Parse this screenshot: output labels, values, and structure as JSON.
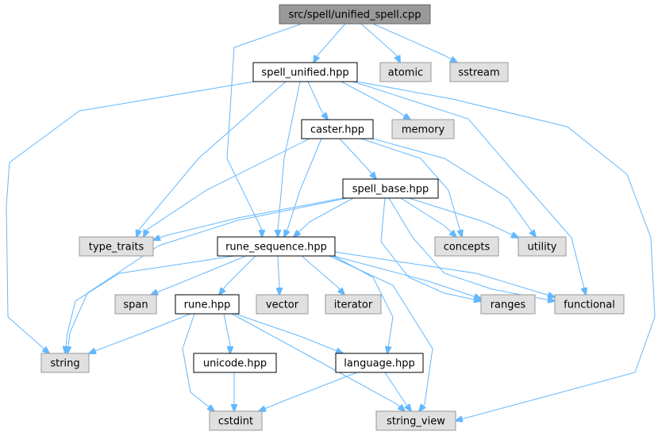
{
  "colors": {
    "edge": "#63b8ff",
    "root_fill": "#999999",
    "root_stroke": "#666666",
    "node_fill": "#ffffff",
    "node_stroke": "#000000",
    "system_fill": "#e0e0e0",
    "system_stroke": "#999999"
  },
  "nodes": [
    {
      "id": "root",
      "label": "src/spell/unified_spell.cpp",
      "kind": "root"
    },
    {
      "id": "spell_unified",
      "label": "spell_unified.hpp",
      "kind": "header"
    },
    {
      "id": "atomic",
      "label": "atomic",
      "kind": "system"
    },
    {
      "id": "sstream",
      "label": "sstream",
      "kind": "system"
    },
    {
      "id": "memory",
      "label": "memory",
      "kind": "system"
    },
    {
      "id": "caster",
      "label": "caster.hpp",
      "kind": "header"
    },
    {
      "id": "spell_base",
      "label": "spell_base.hpp",
      "kind": "header"
    },
    {
      "id": "type_traits",
      "label": "type_traits",
      "kind": "system"
    },
    {
      "id": "rune_sequence",
      "label": "rune_sequence.hpp",
      "kind": "header"
    },
    {
      "id": "concepts",
      "label": "concepts",
      "kind": "system"
    },
    {
      "id": "utility",
      "label": "utility",
      "kind": "system"
    },
    {
      "id": "span",
      "label": "span",
      "kind": "system"
    },
    {
      "id": "rune",
      "label": "rune.hpp",
      "kind": "header"
    },
    {
      "id": "vector",
      "label": "vector",
      "kind": "system"
    },
    {
      "id": "iterator",
      "label": "iterator",
      "kind": "system"
    },
    {
      "id": "ranges",
      "label": "ranges",
      "kind": "system"
    },
    {
      "id": "functional",
      "label": "functional",
      "kind": "system"
    },
    {
      "id": "string",
      "label": "string",
      "kind": "system"
    },
    {
      "id": "unicode",
      "label": "unicode.hpp",
      "kind": "header"
    },
    {
      "id": "language",
      "label": "language.hpp",
      "kind": "header"
    },
    {
      "id": "cstdint",
      "label": "cstdint",
      "kind": "system"
    },
    {
      "id": "string_view",
      "label": "string_view",
      "kind": "system"
    }
  ],
  "edges": [
    {
      "from": "root",
      "to": "spell_unified"
    },
    {
      "from": "root",
      "to": "atomic"
    },
    {
      "from": "root",
      "to": "sstream"
    },
    {
      "from": "root",
      "to": "rune_sequence"
    },
    {
      "from": "spell_unified",
      "to": "caster"
    },
    {
      "from": "spell_unified",
      "to": "memory"
    },
    {
      "from": "spell_unified",
      "to": "type_traits"
    },
    {
      "from": "spell_unified",
      "to": "rune_sequence"
    },
    {
      "from": "spell_unified",
      "to": "string"
    },
    {
      "from": "spell_unified",
      "to": "functional"
    },
    {
      "from": "spell_unified",
      "to": "string_view"
    },
    {
      "from": "caster",
      "to": "spell_base"
    },
    {
      "from": "caster",
      "to": "type_traits"
    },
    {
      "from": "caster",
      "to": "rune_sequence"
    },
    {
      "from": "caster",
      "to": "concepts"
    },
    {
      "from": "caster",
      "to": "utility"
    },
    {
      "from": "spell_base",
      "to": "type_traits"
    },
    {
      "from": "spell_base",
      "to": "rune_sequence"
    },
    {
      "from": "spell_base",
      "to": "concepts"
    },
    {
      "from": "spell_base",
      "to": "utility"
    },
    {
      "from": "spell_base",
      "to": "ranges"
    },
    {
      "from": "spell_base",
      "to": "functional"
    },
    {
      "from": "spell_base",
      "to": "string"
    },
    {
      "from": "rune_sequence",
      "to": "span"
    },
    {
      "from": "rune_sequence",
      "to": "rune"
    },
    {
      "from": "rune_sequence",
      "to": "vector"
    },
    {
      "from": "rune_sequence",
      "to": "iterator"
    },
    {
      "from": "rune_sequence",
      "to": "ranges"
    },
    {
      "from": "rune_sequence",
      "to": "functional"
    },
    {
      "from": "rune_sequence",
      "to": "string"
    },
    {
      "from": "rune_sequence",
      "to": "language"
    },
    {
      "from": "rune_sequence",
      "to": "string_view"
    },
    {
      "from": "rune",
      "to": "string"
    },
    {
      "from": "rune",
      "to": "unicode"
    },
    {
      "from": "rune",
      "to": "language"
    },
    {
      "from": "rune",
      "to": "cstdint"
    },
    {
      "from": "rune",
      "to": "string_view"
    },
    {
      "from": "unicode",
      "to": "cstdint"
    },
    {
      "from": "language",
      "to": "cstdint"
    },
    {
      "from": "language",
      "to": "string_view"
    }
  ]
}
